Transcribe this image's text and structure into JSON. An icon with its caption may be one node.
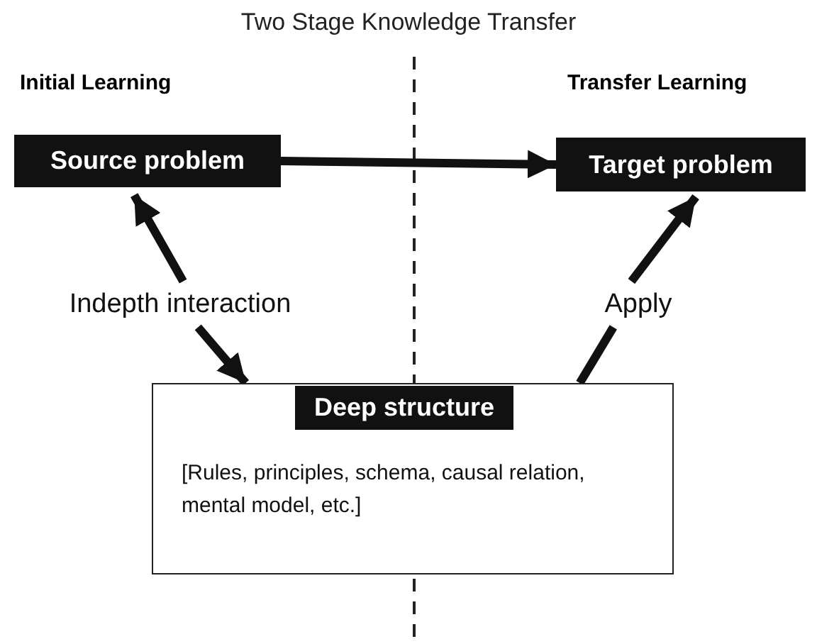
{
  "diagram": {
    "title": "Two Stage Knowledge Transfer",
    "nodes": [
      {
        "text": [
          "Source problem"
        ]
      },
      {
        "text": [
          "Target problem"
        ]
      },
      {
        "text": [
          "[Rules, principles, schema, causal relation, mental model, etc.]"
        ]
      },
      {
        "text": [
          "Deep structure"
        ],
        "in": 2
      },
      {
        "text": [
          "Indepth interaction"
        ]
      },
      {
        "text": [
          "Apply"
        ]
      }
    ],
    "edges": [
      {
        "from": 0,
        "to": 1,
        "arrow": "to"
      },
      {
        "from": 4,
        "to": 0,
        "arrow": "to"
      },
      {
        "from": 4,
        "to": 2,
        "arrow": "to"
      },
      {
        "from": 2,
        "to": 5,
        "arrow": "none"
      },
      {
        "from": 5,
        "to": 1,
        "arrow": "to"
      }
    ],
    "labels": [
      "Initial Learning",
      "Transfer Learning"
    ]
  }
}
